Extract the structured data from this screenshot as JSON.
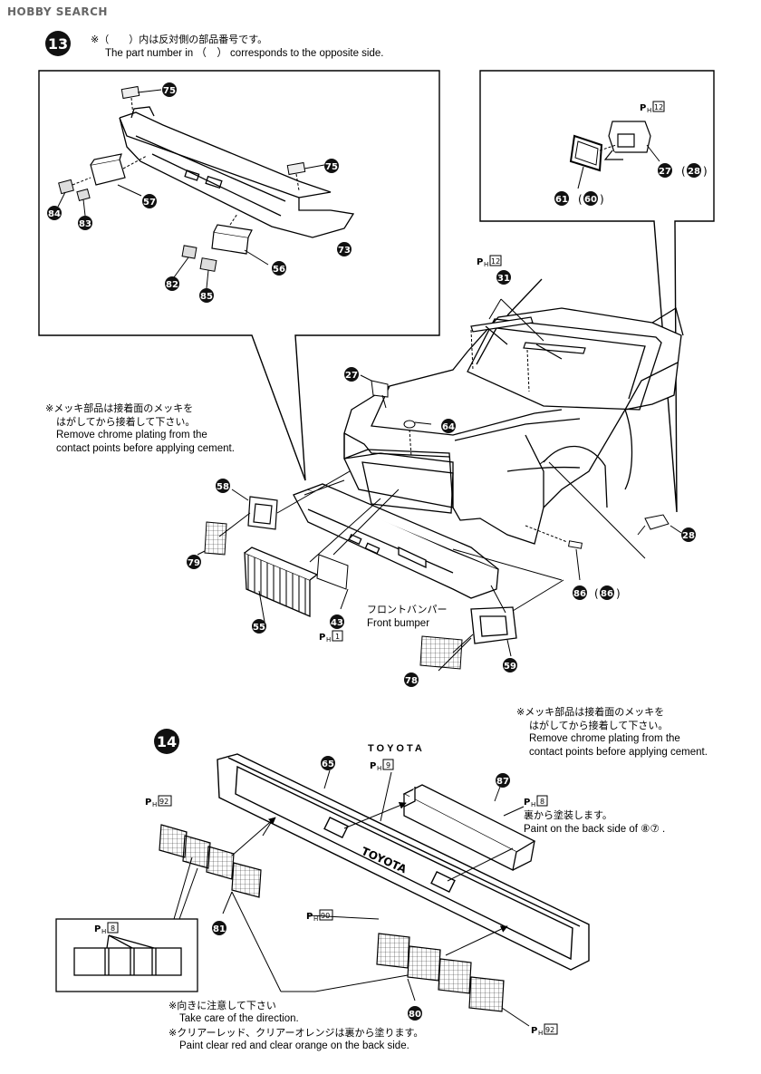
{
  "watermark": "HOBBY SEARCH",
  "step13": {
    "number": "13",
    "note_jp": "※（　　）内は反対側の部品番号です。",
    "note_en": "The part number in （　） corresponds to the opposite side.",
    "chrome_note_jp_1": "※メッキ部品は接着面のメッキを",
    "chrome_note_jp_2": "はがしてから接着して下さい。",
    "chrome_note_en_1": "Remove chrome plating from the",
    "chrome_note_en_2": "contact points before applying cement.",
    "front_bumper_jp": "フロントバンパー",
    "front_bumper_en": "Front bumper",
    "parts": [
      "75",
      "75",
      "57",
      "84",
      "83",
      "73",
      "56",
      "82",
      "85",
      "27",
      "28",
      "61",
      "60",
      "31",
      "64",
      "58",
      "79",
      "55",
      "43",
      "59",
      "78",
      "86",
      "86",
      "28"
    ],
    "paint": [
      "PH 12",
      "PH 12",
      "PH 1"
    ]
  },
  "step14": {
    "number": "14",
    "chrome_note_jp_1": "※メッキ部品は接着面のメッキを",
    "chrome_note_jp_2": "はがしてから接着して下さい。",
    "chrome_note_en_1": "Remove chrome plating from the",
    "chrome_note_en_2": "contact points before applying cement.",
    "toyota_label": "TOYOTA",
    "grille_text": "TOYOTA",
    "paint_back_jp": "裏から塗装します。",
    "paint_back_en": "Paint on the back side of ⑧⑦ .",
    "direction_jp": "※向きに注意して下さい",
    "direction_en": "Take care of the direction.",
    "clear_jp": "※クリアーレッド、クリアーオレンジは裏から塗ります。",
    "clear_en": "Paint clear red and clear orange on the back side.",
    "parts": [
      "65",
      "87",
      "81",
      "80"
    ],
    "paint": [
      "PH 9",
      "PH 8",
      "PH 92",
      "PH 90",
      "PH 8",
      "PH 92"
    ]
  }
}
